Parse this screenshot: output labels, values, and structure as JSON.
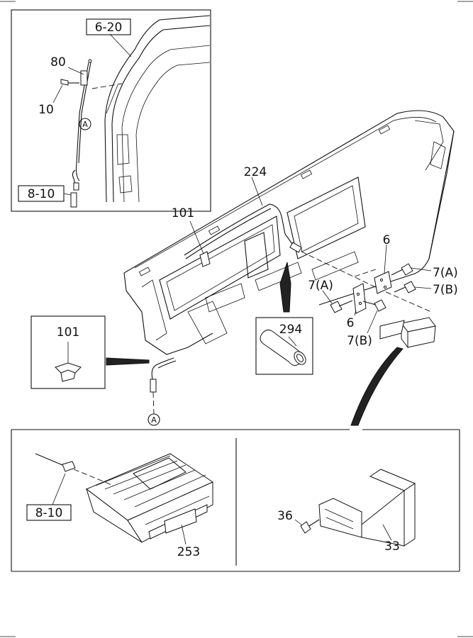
{
  "labels": {
    "ref_6_20": "6-20",
    "part_80": "80",
    "part_10": "10",
    "conn_a_top": "A",
    "ref_8_10_top": "8-10",
    "part_224": "224",
    "part_101_main": "101",
    "part_6_upper": "6",
    "part_7a_right": "7(A)",
    "part_7b_right": "7(B)",
    "part_7a_left": "7(A)",
    "part_6_lower": "6",
    "part_7b_lower": "7(B)",
    "part_294": "294",
    "part_101_inset": "101",
    "conn_a_bottom": "A",
    "ref_8_10_bottom": "8-10",
    "part_253": "253",
    "part_36": "36",
    "part_33": "33"
  }
}
